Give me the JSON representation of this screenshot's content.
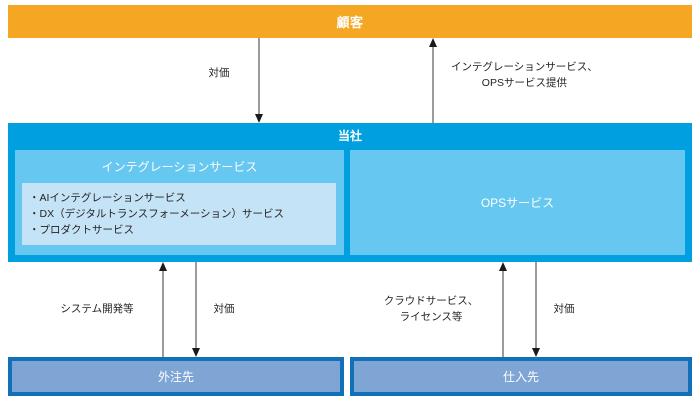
{
  "diagram": {
    "customer": {
      "label": "顧客",
      "color": "#f5a623"
    },
    "company": {
      "title": "当社",
      "color": "#00a0e0",
      "panels": {
        "integration": {
          "heading": "インテグレーションサービス",
          "color": "#66c8f0",
          "list_color": "#c5e3f6",
          "items": [
            "・AIインテグレーションサービス",
            "・DX（デジタルトランスフォーメーション）サービス",
            "・プロダクトサービス"
          ]
        },
        "ops": {
          "heading": "OPSサービス",
          "color": "#66c8f0"
        }
      }
    },
    "partners": {
      "outsource": {
        "label": "外注先",
        "border_color": "#1170b8",
        "fill_color": "#7fa5d4"
      },
      "supplier": {
        "label": "仕入先",
        "border_color": "#1170b8",
        "fill_color": "#7fa5d4"
      }
    },
    "flows": {
      "customer_payment": "対価",
      "customer_services_line1": "インテグレーションサービス、",
      "customer_services_line2": "OPSサービス提供",
      "outsource_development": "システム開発等",
      "outsource_payment": "対価",
      "supplier_cloud_line1": "クラウドサービス、",
      "supplier_cloud_line2": "ライセンス等",
      "supplier_payment": "対価"
    }
  }
}
